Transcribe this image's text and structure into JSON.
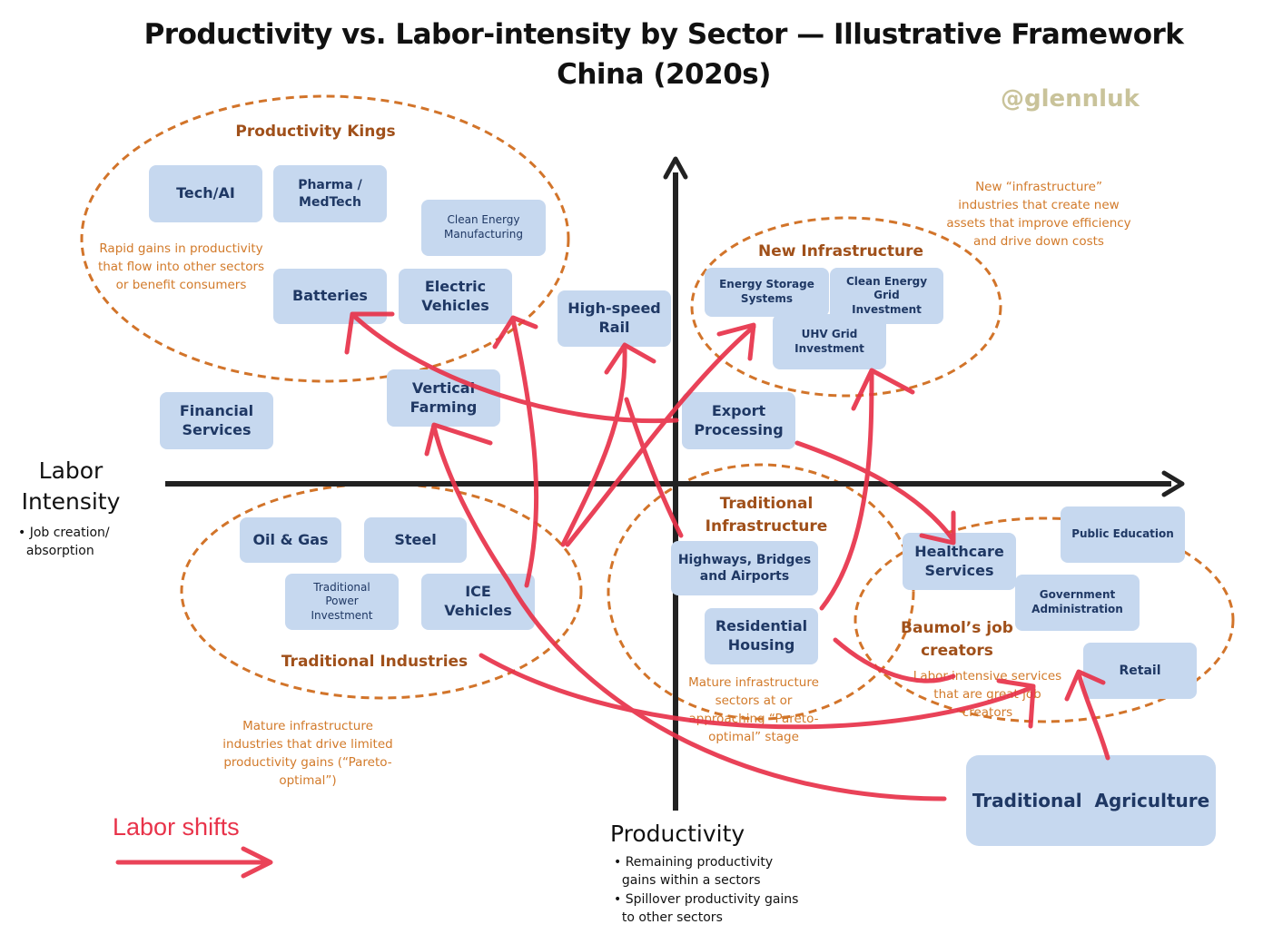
{
  "title_line1": "Productivity vs. Labor-intensity by Sector — Illustrative Framework",
  "title_line2": "China (2020s)",
  "handle": "@glennluk",
  "x_axis": {
    "label": "Productivity",
    "notes": [
      "• Remaining productivity",
      "  gains within a sectors",
      "• Spillover productivity gains",
      "  to other sectors"
    ]
  },
  "y_axis": {
    "label_line1": "Labor",
    "label_line2": "Intensity",
    "notes": [
      "• Job creation/",
      "  absorption"
    ]
  },
  "groups": {
    "productivity_kings": {
      "label": "Productivity Kings",
      "note": [
        "Rapid gains in productivity",
        "that flow into other sectors",
        "or benefit consumers"
      ]
    },
    "new_infrastructure": {
      "label": "New Infrastructure",
      "note": [
        "New “infrastructure”",
        "industries that create new",
        "assets that improve efficiency",
        "and drive down costs"
      ]
    },
    "traditional_industries": {
      "label": "Traditional Industries",
      "note": [
        "Mature infrastructure",
        "industries  that drive limited",
        "productivity gains (“Pareto-",
        "optimal”)"
      ]
    },
    "traditional_infrastructure": {
      "label_line1": "Traditional",
      "label_line2": "Infrastructure",
      "note": [
        "Mature infrastructure",
        "sectors at or",
        "approaching “Pareto-",
        "optimal” stage"
      ]
    },
    "baumol": {
      "label_line1": "Baumol’s job",
      "label_line2": "creators",
      "note": [
        "Labor-intensive services",
        "that are great job",
        "creators"
      ]
    }
  },
  "sectors": {
    "tech_ai": "Tech/AI",
    "pharma_l1": "Pharma /",
    "pharma_l2": "MedTech",
    "clean_mfg_l1": "Clean Energy",
    "clean_mfg_l2": "Manufacturing",
    "batteries": "Batteries",
    "ev_l1": "Electric",
    "ev_l2": "Vehicles",
    "hsr_l1": "High-speed",
    "hsr_l2": "Rail",
    "financial_l1": "Financial",
    "financial_l2": "Services",
    "vertical_l1": "Vertical",
    "vertical_l2": "Farming",
    "energy_storage_l1": "Energy Storage",
    "energy_storage_l2": "Systems",
    "clean_grid_l1": "Clean Energy",
    "clean_grid_l2": "Grid",
    "clean_grid_l3": "Investment",
    "uhv_l1": "UHV Grid",
    "uhv_l2": "Investment",
    "export_l1": "Export",
    "export_l2": "Processing",
    "oil_gas": "Oil & Gas",
    "steel": "Steel",
    "trad_power_l1": "Traditional",
    "trad_power_l2": "Power",
    "trad_power_l3": "Investment",
    "ice_l1": "ICE",
    "ice_l2": "Vehicles",
    "highways_l1": "Highways, Bridges",
    "highways_l2": "and Airports",
    "residential_l1": "Residential",
    "residential_l2": "Housing",
    "healthcare_l1": "Healthcare",
    "healthcare_l2": "Services",
    "public_ed": "Public Education",
    "gov_l1": "Government",
    "gov_l2": "Administration",
    "retail": "Retail",
    "agriculture": "Traditional  Agriculture"
  },
  "legend": "Labor shifts",
  "colors": {
    "box_fill": "#c6d8ef",
    "box_text": "#1f3864",
    "ellipse": "#d2742a",
    "group_label": "#a0501a",
    "note": "#d27a2a",
    "arrow": "#e8334a",
    "handle": "#c9c39a"
  }
}
